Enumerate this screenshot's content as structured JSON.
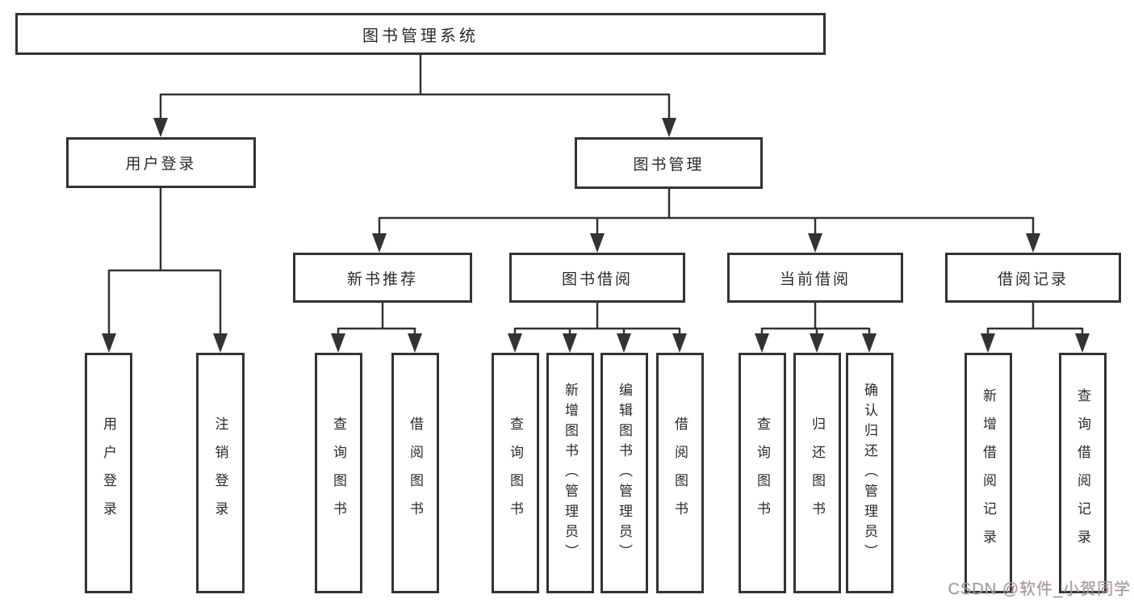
{
  "colors": {
    "line": "#333333",
    "box_border": "#333333",
    "text": "#2b2b2b",
    "background": "#ffffff",
    "watermark": "#9a9a9a"
  },
  "watermark": {
    "text": "CSDN @软件_小贺同学"
  },
  "tree": {
    "root": {
      "label": "图书管理系统"
    },
    "branches": [
      {
        "label": "用户登录",
        "leaves": [
          {
            "label": "用户登录"
          },
          {
            "label": "注销登录"
          }
        ]
      },
      {
        "label": "图书管理",
        "groups": [
          {
            "label": "新书推荐",
            "leaves": [
              {
                "label": "查询图书"
              },
              {
                "label": "借阅图书"
              }
            ]
          },
          {
            "label": "图书借阅",
            "leaves": [
              {
                "label": "查询图书"
              },
              {
                "label": "新增图书（管理员）"
              },
              {
                "label": "编辑图书（管理员）"
              },
              {
                "label": "借阅图书"
              }
            ]
          },
          {
            "label": "当前借阅",
            "leaves": [
              {
                "label": "查询图书"
              },
              {
                "label": "归还图书"
              },
              {
                "label": "确认归还（管理员）"
              }
            ]
          },
          {
            "label": "借阅记录",
            "leaves": [
              {
                "label": "新增借阅记录"
              },
              {
                "label": "查询借阅记录"
              }
            ]
          }
        ]
      }
    ]
  }
}
